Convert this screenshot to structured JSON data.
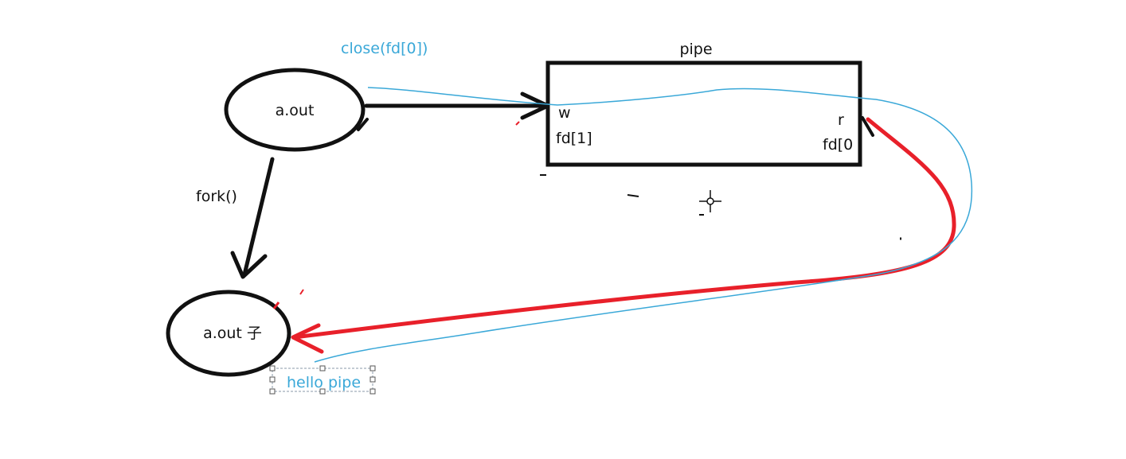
{
  "colors": {
    "ink": "#111111",
    "highlight_blue": "#3aa8d8",
    "arrow_red": "#e8202a",
    "selection_gray": "#8a9aa8"
  },
  "nodes": {
    "parent_process": "a.out",
    "child_process": "a.out 子",
    "pipe_title": "pipe",
    "pipe_write_end": "w",
    "pipe_write_fd": "fd[1]",
    "pipe_read_end": "r",
    "pipe_read_fd": "fd[0"
  },
  "edges": {
    "fork_label": "fork()"
  },
  "annotations": {
    "close_call": "close(fd[0])",
    "message": "hello pipe"
  }
}
